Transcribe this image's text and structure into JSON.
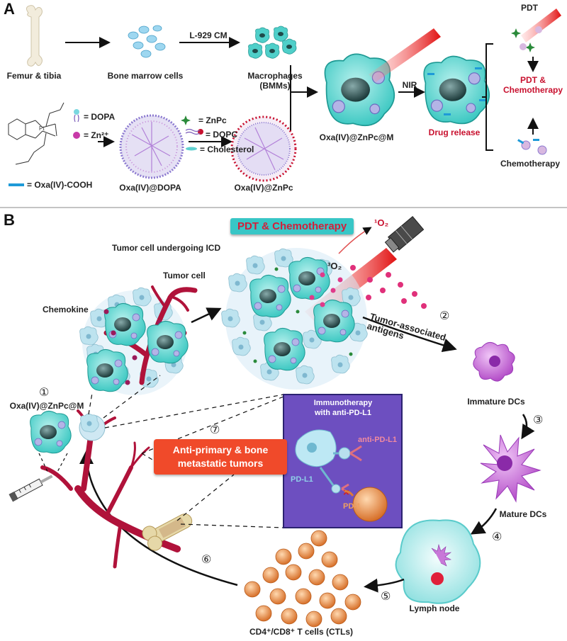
{
  "panel_a": {
    "letter": "A",
    "femur": "Femur & tibia",
    "bone_marrow": "Bone marrow cells",
    "cm": "L-929 CM",
    "macrophages": "Macrophages\n(BMMs)",
    "legend_dopa": "= DOPA",
    "legend_zn": "= Zn²⁺",
    "legend_oxa": "= Oxa(IV)-COOH",
    "legend_znpc": "= ZnPc",
    "legend_dopc": "= DOPC",
    "legend_chol": "= Cholesterol",
    "oxa_dopa": "Oxa(IV)@DOPA",
    "oxa_znpc": "Oxa(IV)@ZnPc",
    "oxa_znpc_m": "Oxa(IV)@ZnPc@M",
    "nir": "NIR",
    "drug_release": "Drug release",
    "pdt": "PDT",
    "pdt_chemo": "PDT &\nChemotherapy",
    "chemotherapy": "Chemotherapy"
  },
  "panel_b": {
    "letter": "B",
    "pdt_chemo_box": "PDT & Chemotherapy",
    "singlet_o2": "¹O₂",
    "triplet_o2": "³O₂",
    "tumor_icd": "Tumor cell undergoing ICD",
    "tumor_cell": "Tumor cell",
    "chemokine": "Chemokine",
    "tumor_antigens": "Tumor-associated\nantigens",
    "immature_dcs": "Immature DCs",
    "mature_dcs": "Mature DCs",
    "lymph_node": "Lymph node",
    "t_cells": "CD4⁺/CD8⁺ T cells (CTLs)",
    "oxa_znpc_m": "Oxa(IV)@ZnPc@M",
    "anti_tumor": "Anti-primary & bone\nmetastatic tumors",
    "immunotherapy": "Immunotherapy\nwith anti-PD-L1",
    "anti_pdl1": "anti-PD-L1",
    "pdl1": "PD-L1",
    "pd1": "PD-1",
    "steps": [
      "①",
      "②",
      "③",
      "④",
      "⑤",
      "⑥",
      "⑦"
    ]
  },
  "colors": {
    "cell_teal": "#3fc9c3",
    "vessel_red": "#b0123a",
    "pill_red": "#f04a2a",
    "dc_purple": "#c86ad8",
    "tcell_orange": "#e58a3a",
    "immuno_purple": "#6d4fc0"
  }
}
